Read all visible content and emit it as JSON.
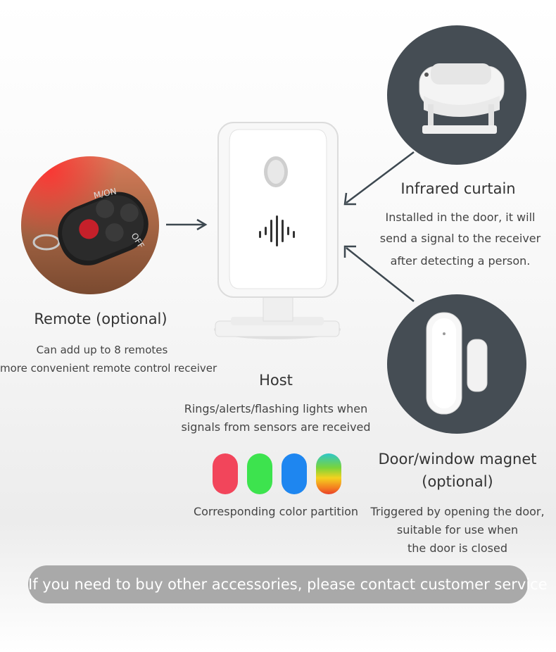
{
  "remote": {
    "title": "Remote (optional)",
    "desc_line1": "Can add up to 8 remotes",
    "desc_line2": "more convenient remote control receiver",
    "buttons": {
      "top": "M/ON",
      "right": "OFF"
    }
  },
  "host": {
    "title": "Host",
    "desc_line1": "Rings/alerts/flashing lights when",
    "desc_line2": "signals from sensors are received"
  },
  "colors": {
    "caption": "Corresponding color partition",
    "swatches": [
      "#f2455b",
      "#3de34e",
      "#1e86f0",
      "rainbow"
    ]
  },
  "infrared": {
    "title": "Infrared curtain",
    "desc_line1": "Installed in the door, it will",
    "desc_line2": "send a signal to the receiver",
    "desc_line3": "after detecting a person."
  },
  "magnet": {
    "title_line1": "Door/window magnet",
    "title_line2": "(optional)",
    "desc_line1": "Triggered by opening the door,",
    "desc_line2": "suitable for use when",
    "desc_line3": "the door is closed"
  },
  "banner": {
    "text": "If you need to buy other accessories, please contact customer service"
  },
  "theme": {
    "dark_circle": "#454d54",
    "banner_bg": "#a9a9a9"
  }
}
